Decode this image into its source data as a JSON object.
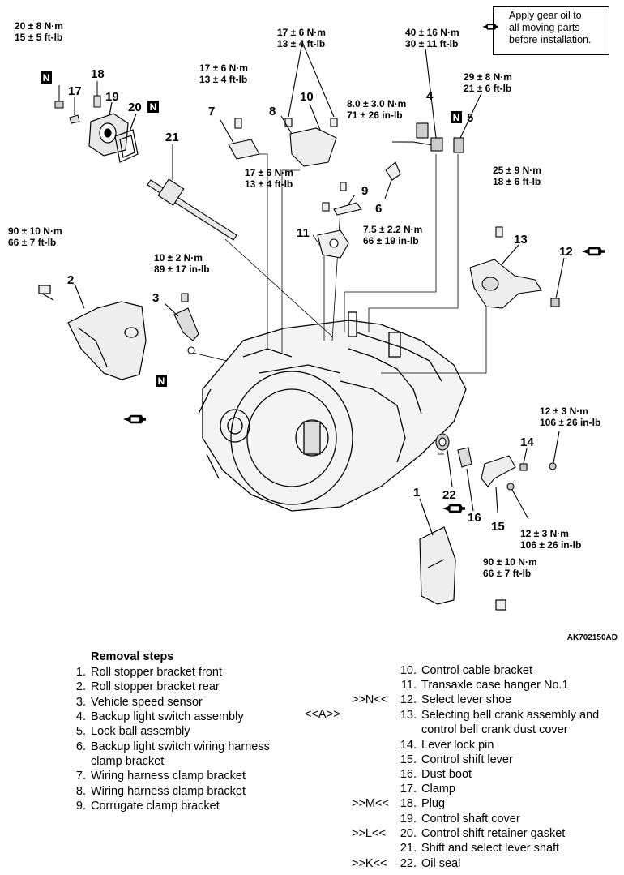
{
  "figure_id": "AK702150AD",
  "legend": {
    "lines": [
      "Apply gear oil to",
      "all moving parts",
      "before installation."
    ]
  },
  "n_mark": "N",
  "torques": {
    "t20": [
      "20 ± 8 N·m",
      "15 ± 5 ft-lb"
    ],
    "t7": [
      "17 ± 6 N·m",
      "13 ± 4 ft-lb"
    ],
    "t8_10": [
      "17 ± 6 N·m",
      "13 ± 4 ft-lb"
    ],
    "t9": [
      "8.0 ± 3.0 N·m",
      "71 ± 26 in-lb"
    ],
    "t4": [
      "40 ± 16 N·m",
      "30 ± 11 ft-lb"
    ],
    "t5": [
      "29 ± 8 N·m",
      "21 ± 6 ft-lb"
    ],
    "t_mid": [
      "17 ± 6 N·m",
      "13 ± 4 ft-lb"
    ],
    "t13": [
      "25 ± 9 N·m",
      "18 ± 6 ft-lb"
    ],
    "t6": [
      "7.5 ± 2.2 N·m",
      "66 ± 19 in-lb"
    ],
    "t2": [
      "90 ± 10 N·m",
      "66 ± 7 ft-lb"
    ],
    "t3": [
      "10 ± 2 N·m",
      "89 ± 17 in-lb"
    ],
    "t14": [
      "12 ± 3 N·m",
      "106 ± 26 in-lb"
    ],
    "t15": [
      "12 ± 3 N·m",
      "106 ± 26 in-lb"
    ],
    "t1": [
      "90 ± 10 N·m",
      "66 ± 7 ft-lb"
    ]
  },
  "part_numbers": {
    "p18": "18",
    "p17": "17",
    "p19": "19",
    "p20": "20",
    "p21": "21",
    "p7": "7",
    "p8": "8",
    "p10": "10",
    "p4": "4",
    "p5": "5",
    "p9": "9",
    "p6": "6",
    "p11": "11",
    "p13": "13",
    "p12": "12",
    "p2": "2",
    "p3": "3",
    "p14": "14",
    "p1": "1",
    "p22": "22",
    "p16": "16",
    "p15": "15"
  },
  "removal": {
    "title": "Removal steps",
    "left": [
      {
        "num": "1.",
        "text": "Roll stopper bracket front"
      },
      {
        "num": "2.",
        "text": "Roll stopper bracket rear"
      },
      {
        "num": "3.",
        "text": "Vehicle speed sensor"
      },
      {
        "num": "4.",
        "text": "Backup light switch assembly"
      },
      {
        "num": "5.",
        "text": "Lock ball assembly"
      },
      {
        "num": "6.",
        "text": "Backup light switch wiring harness"
      },
      {
        "num": "",
        "text": "clamp bracket"
      },
      {
        "num": "7.",
        "text": "Wiring harness clamp bracket"
      },
      {
        "num": "8.",
        "text": "Wiring harness clamp bracket"
      },
      {
        "num": "9.",
        "text": "Corrugate clamp bracket"
      }
    ],
    "right": [
      {
        "mark": "",
        "num": "10.",
        "text": "Control cable bracket"
      },
      {
        "mark": "",
        "num": "11.",
        "text": "Transaxle case hanger No.1"
      },
      {
        "mark": ">>N<<",
        "num": "12.",
        "text": "Select lever shoe"
      },
      {
        "mark": "",
        "num": "13.",
        "text": "Selecting bell crank assembly and"
      },
      {
        "mark": "",
        "num": "",
        "text": "control bell crank dust cover"
      },
      {
        "mark": "",
        "num": "14.",
        "text": "Lever lock pin"
      },
      {
        "mark": "",
        "num": "15.",
        "text": "Control shift lever"
      },
      {
        "mark": "",
        "num": "16.",
        "text": "Dust boot"
      },
      {
        "mark": "",
        "num": "17.",
        "text": "Clamp"
      },
      {
        "mark": ">>M<<",
        "num": "18.",
        "text": "Plug"
      },
      {
        "mark": "",
        "num": "19.",
        "text": "Control shaft cover"
      },
      {
        "mark": ">>L<<",
        "num": "20.",
        "text": "Control shift retainer gasket"
      },
      {
        "mark": "",
        "num": "21.",
        "text": "Shift and select lever shaft"
      },
      {
        "mark": ">>K<<",
        "num": "22.",
        "text": "Oil seal"
      }
    ],
    "center_mark": "<<A>>"
  }
}
